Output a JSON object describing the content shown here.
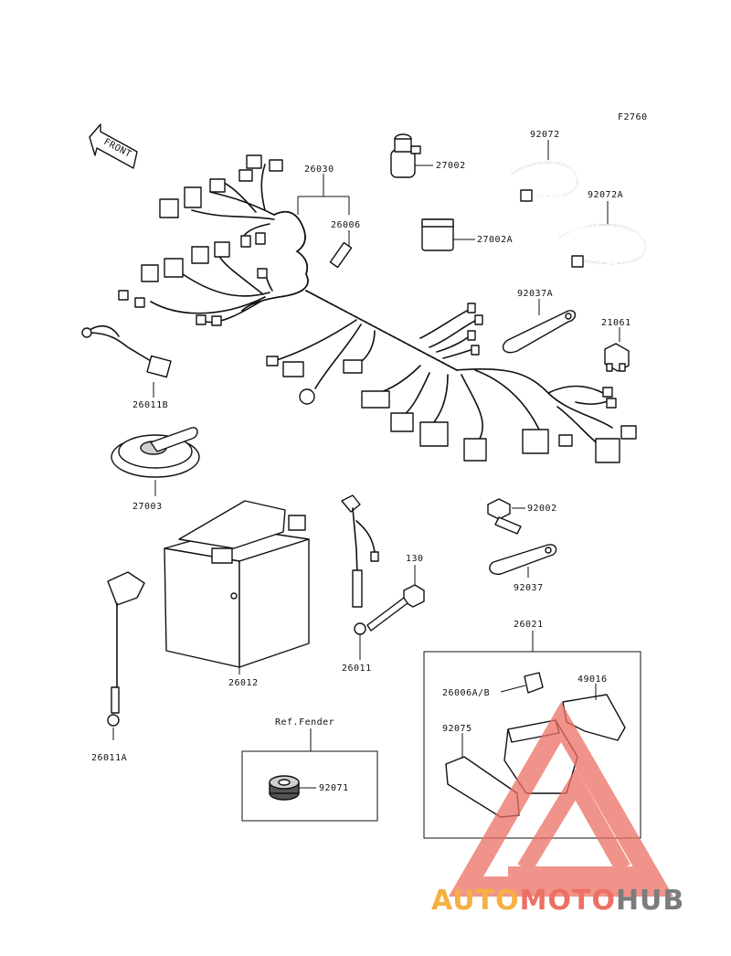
{
  "figure_code": "F2760",
  "front_arrow_label": "FRONT",
  "parts": {
    "p26030": "26030",
    "p26006": "26006",
    "p27002": "27002",
    "p27002A": "27002A",
    "p92072": "92072",
    "p92072A": "92072A",
    "p92037A": "92037A",
    "p21061": "21061",
    "p26011B": "26011B",
    "p27003": "27003",
    "p92002": "92002",
    "p130": "130",
    "p92037": "92037",
    "p26021": "26021",
    "p26012": "26012",
    "p26011": "26011",
    "p26006AB": "26006A/B",
    "p49016": "49016",
    "p92075": "92075",
    "p26011A": "26011A",
    "ref_fender": "Ref.Fender",
    "p92071": "92071"
  },
  "watermark": {
    "part1": "AUTO",
    "part2": "MOTO",
    "part3": "HUB",
    "color1": "#f5b041",
    "color2": "#ec7063",
    "color3": "#7b7d7d"
  }
}
